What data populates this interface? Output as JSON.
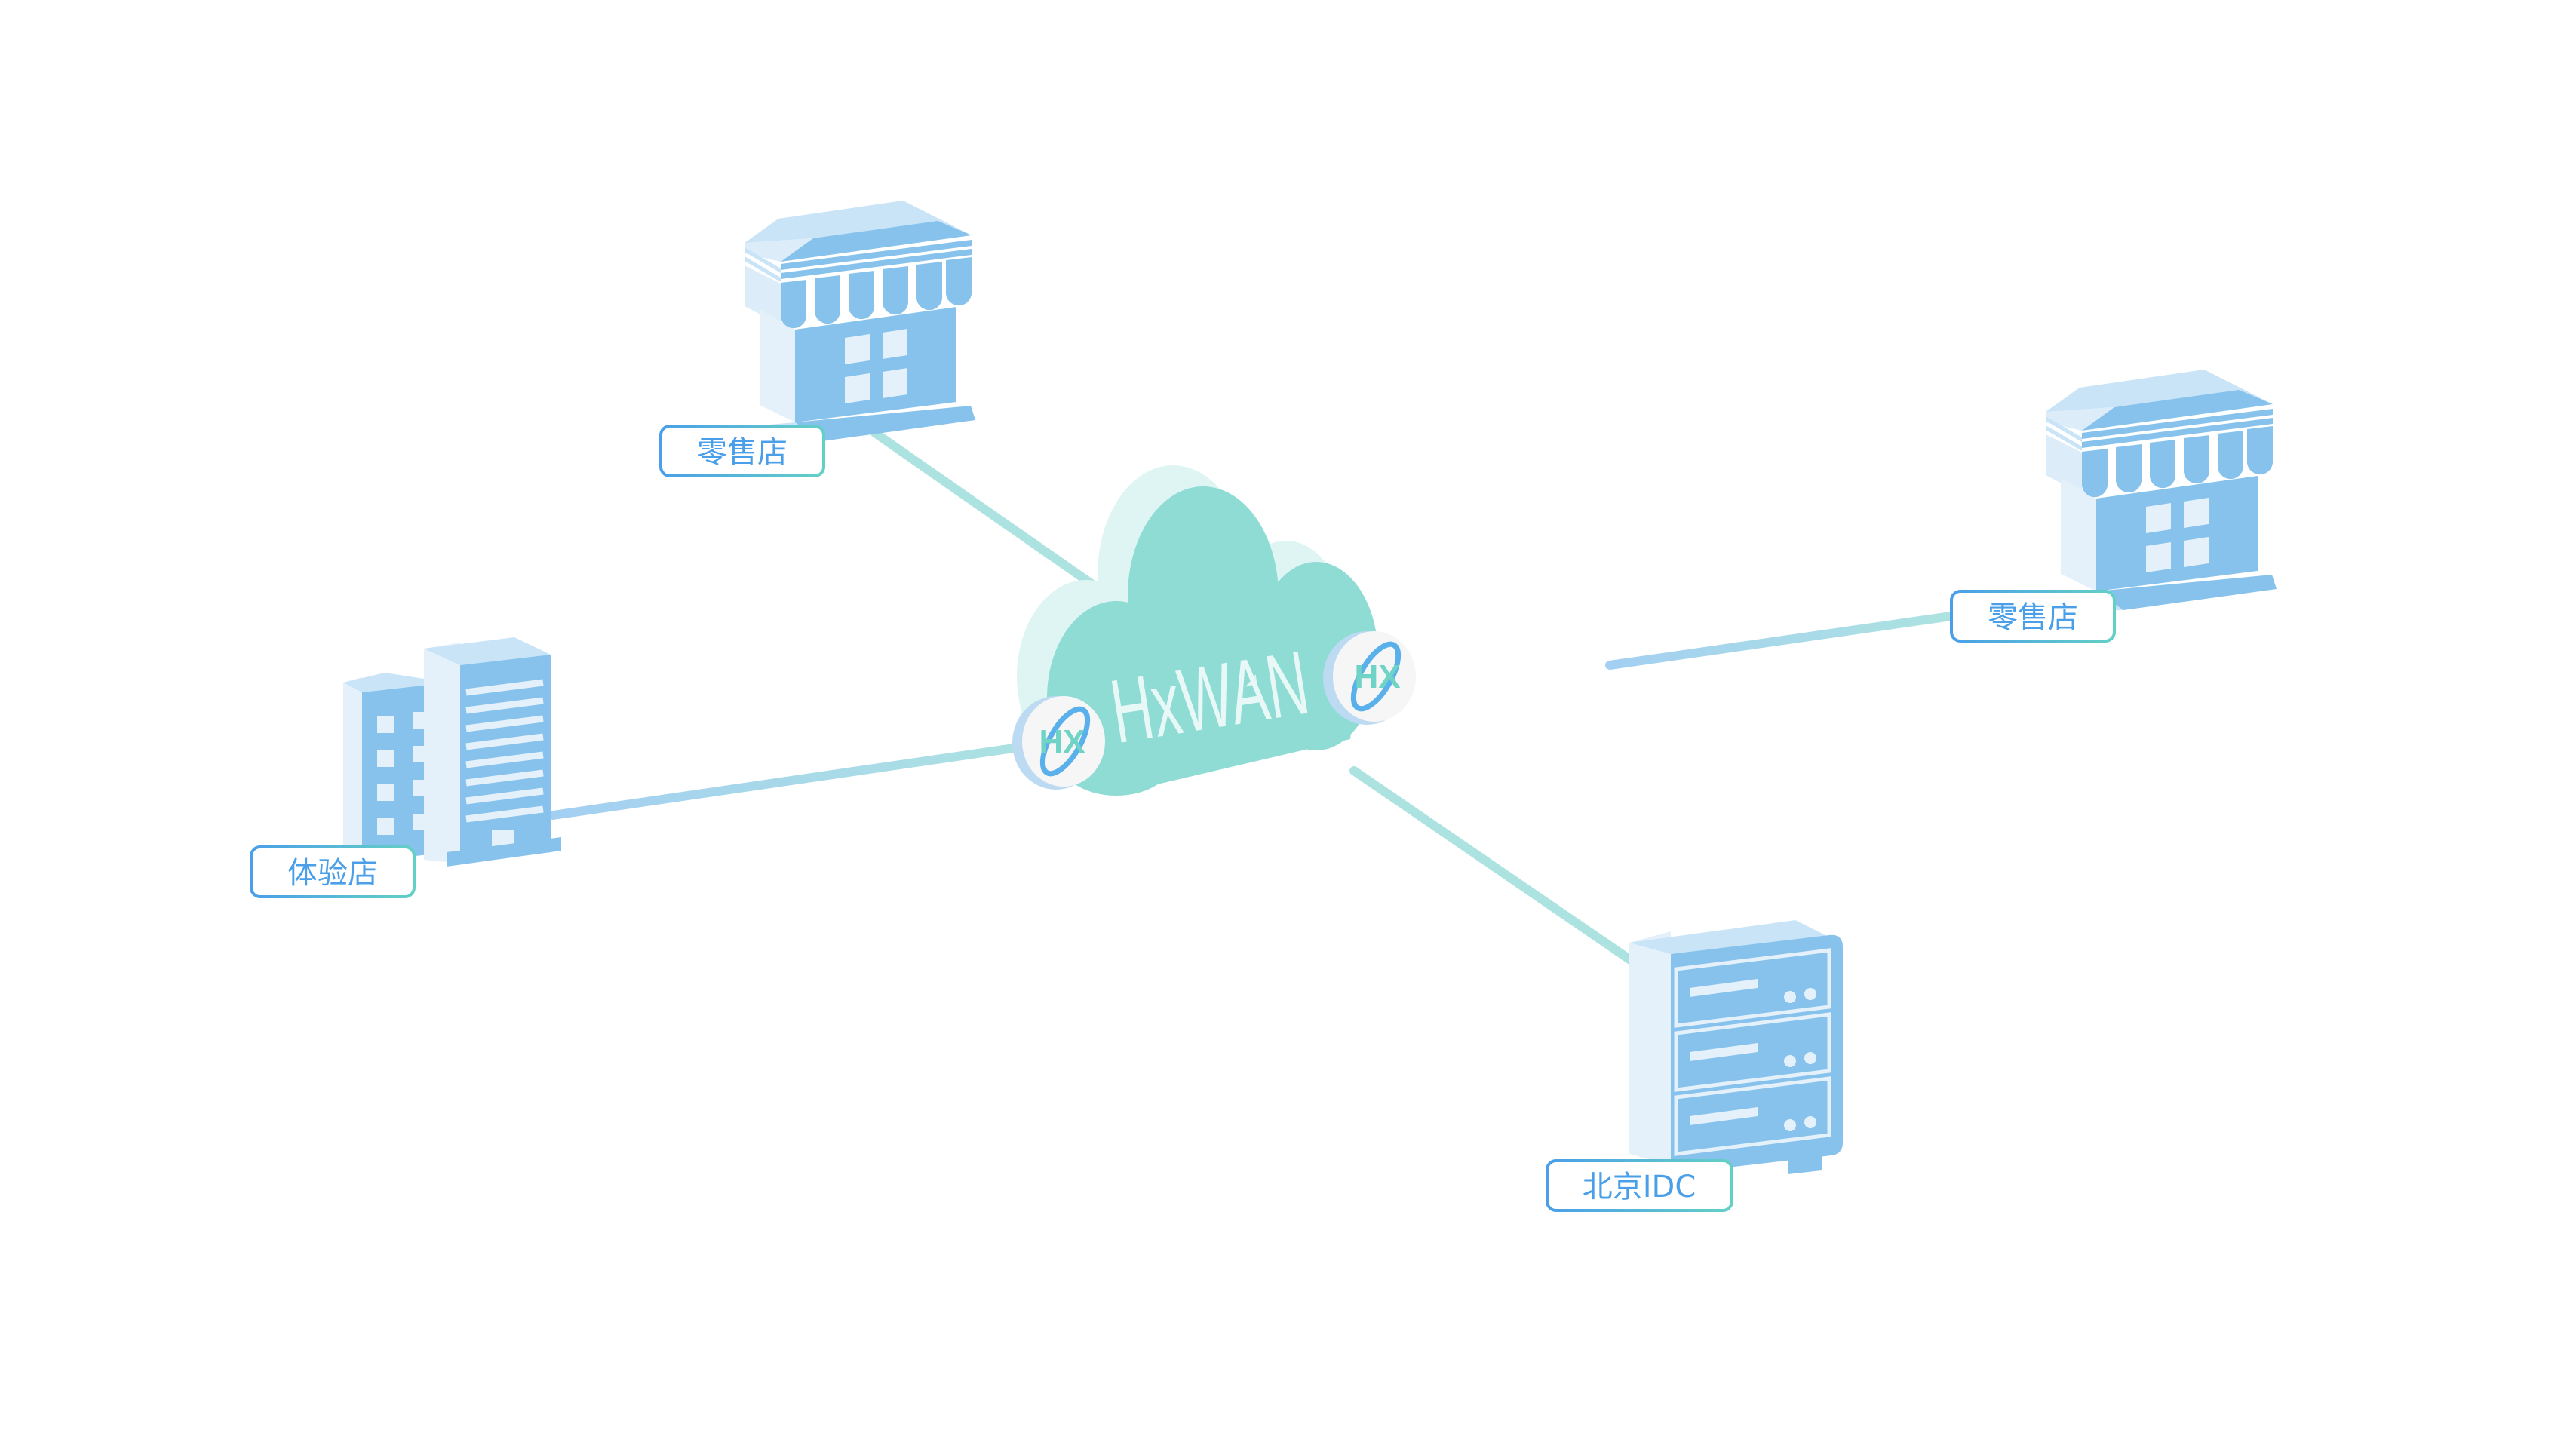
{
  "diagram": {
    "center": {
      "title": "HxWAN",
      "badge_logo": "HX"
    },
    "nodes": [
      {
        "id": "store-top",
        "label": "零售店",
        "type": "store"
      },
      {
        "id": "store-right",
        "label": "零售店",
        "type": "store"
      },
      {
        "id": "experience-store",
        "label": "体验店",
        "type": "office-building"
      },
      {
        "id": "beijing-idc",
        "label": "北京IDC",
        "type": "server-rack"
      }
    ],
    "edges": [
      {
        "from": "store-top",
        "to": "center"
      },
      {
        "from": "experience-store",
        "to": "center"
      },
      {
        "from": "store-right",
        "to": "center"
      },
      {
        "from": "beijing-idc",
        "to": "center"
      }
    ]
  },
  "colors": {
    "cloud_front": "#8edcd4",
    "cloud_back": "#dff5f3",
    "building_dark": "#86c2ec",
    "building_light": "#c9e4f7",
    "building_pale": "#e4f1fb",
    "label_text": "#4a9fe8",
    "label_border_start": "#4a9fe8",
    "label_border_end": "#63d0c5",
    "line_start": "#a3cff2",
    "line_end": "#ace3e0"
  }
}
